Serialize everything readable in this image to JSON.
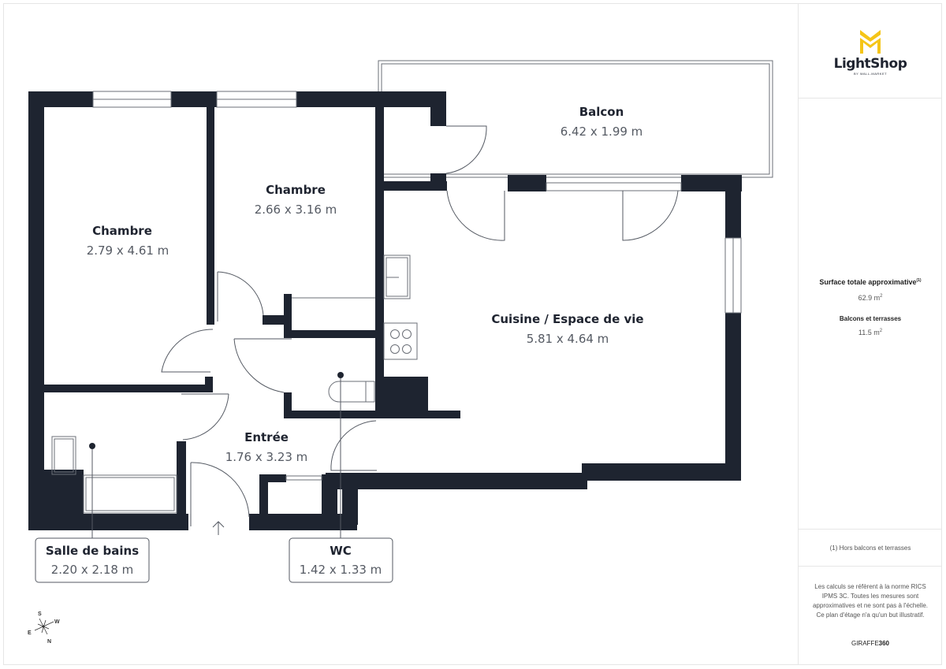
{
  "logo": {
    "brand": "LightShop",
    "tagline": "BY WALL-MARKET",
    "accent_color": "#f5c518"
  },
  "summary": {
    "total_label": "Surface totale approximative",
    "total_footnote": "(1)",
    "total_value": "62.9 m",
    "balcony_label": "Balcons et terrasses",
    "balcony_value": "11.5 m",
    "unit_sup": "2"
  },
  "footnote": "(1) Hors balcons et terrasses",
  "disclaimer": "Les calculs se réfèrent à la norme RICS IPMS 3C. Toutes les mesures sont approximatives et ne sont pas à l'échelle. Ce plan d'étage n'a qu'un but illustratif.",
  "provider": {
    "prefix": "GIRAFFE",
    "suffix": "360"
  },
  "rooms": [
    {
      "name": "Balcon",
      "dims": "6.42 x 1.99 m"
    },
    {
      "name": "Chambre",
      "dims": "2.66 x 3.16 m"
    },
    {
      "name": "Chambre",
      "dims": "2.79 x 4.61 m"
    },
    {
      "name": "Cuisine / Espace de vie",
      "dims": "5.81 x 4.64 m"
    },
    {
      "name": "Entrée",
      "dims": "1.76 x 3.23 m"
    },
    {
      "name": "Salle de bains",
      "dims": "2.20 x 2.18 m"
    },
    {
      "name": "WC",
      "dims": "1.42 x 1.33 m"
    }
  ],
  "compass": {
    "n": "N",
    "s": "S",
    "e": "E",
    "w": "W"
  },
  "colors": {
    "wall": "#1e2430",
    "line": "#555a63",
    "panel_border": "#e6e6e6"
  }
}
